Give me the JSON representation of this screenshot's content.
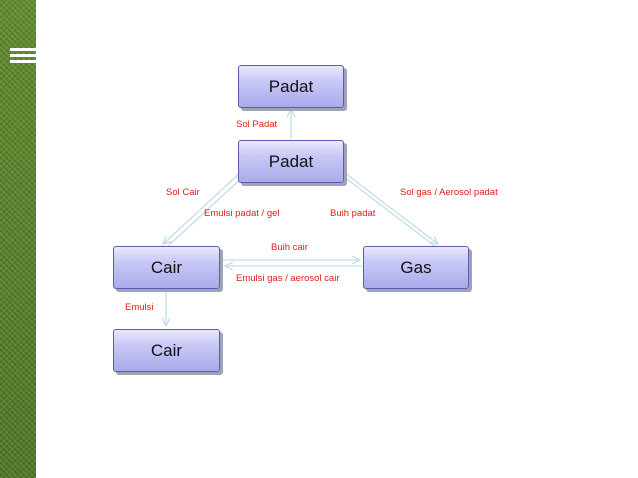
{
  "nodes": {
    "padat_top": "Padat",
    "padat_center": "Padat",
    "cair_left": "Cair",
    "gas_right": "Gas",
    "cair_bottom": "Cair"
  },
  "labels": {
    "sol_padat": "Sol Padat",
    "sol_cair": "Sol Cair",
    "sol_gas_aerosol_padat": "Sol gas / Aerosol padat",
    "emulsi_padat_gel": "Emulsi padat / gel",
    "buih_padat": "Buih padat",
    "buih_cair": "Buih cair",
    "emulsi_gas_aerosol_cair": "Emulsi gas / aerosol cair",
    "emulsi": "Emulsi"
  },
  "colors": {
    "label_text": "#e21a1a",
    "node_fill": "#b8b8f0",
    "node_border": "#5c5cae",
    "arrow": "#c3dde6",
    "sidebar": "#557f26"
  }
}
